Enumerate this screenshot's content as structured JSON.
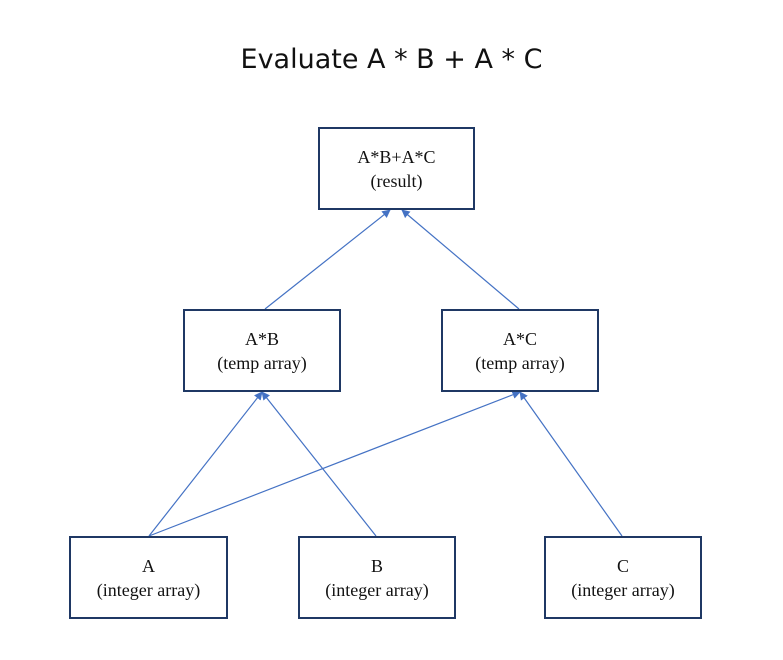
{
  "title": "Evaluate A * B + A * C",
  "colors": {
    "edge": "#4472c4",
    "box_border": "#1f3864"
  },
  "nodes": {
    "result": {
      "name": "A*B+A*C",
      "kind": "(result)"
    },
    "ab": {
      "name": "A*B",
      "kind": "(temp array)"
    },
    "ac": {
      "name": "A*C",
      "kind": "(temp array)"
    },
    "a": {
      "name": "A",
      "kind": "(integer array)"
    },
    "b": {
      "name": "B",
      "kind": "(integer array)"
    },
    "c": {
      "name": "C",
      "kind": "(integer array)"
    }
  },
  "edges": [
    {
      "from": "ab",
      "to": "result"
    },
    {
      "from": "ac",
      "to": "result"
    },
    {
      "from": "a",
      "to": "ab"
    },
    {
      "from": "b",
      "to": "ab"
    },
    {
      "from": "a",
      "to": "ac"
    },
    {
      "from": "c",
      "to": "ac"
    }
  ]
}
